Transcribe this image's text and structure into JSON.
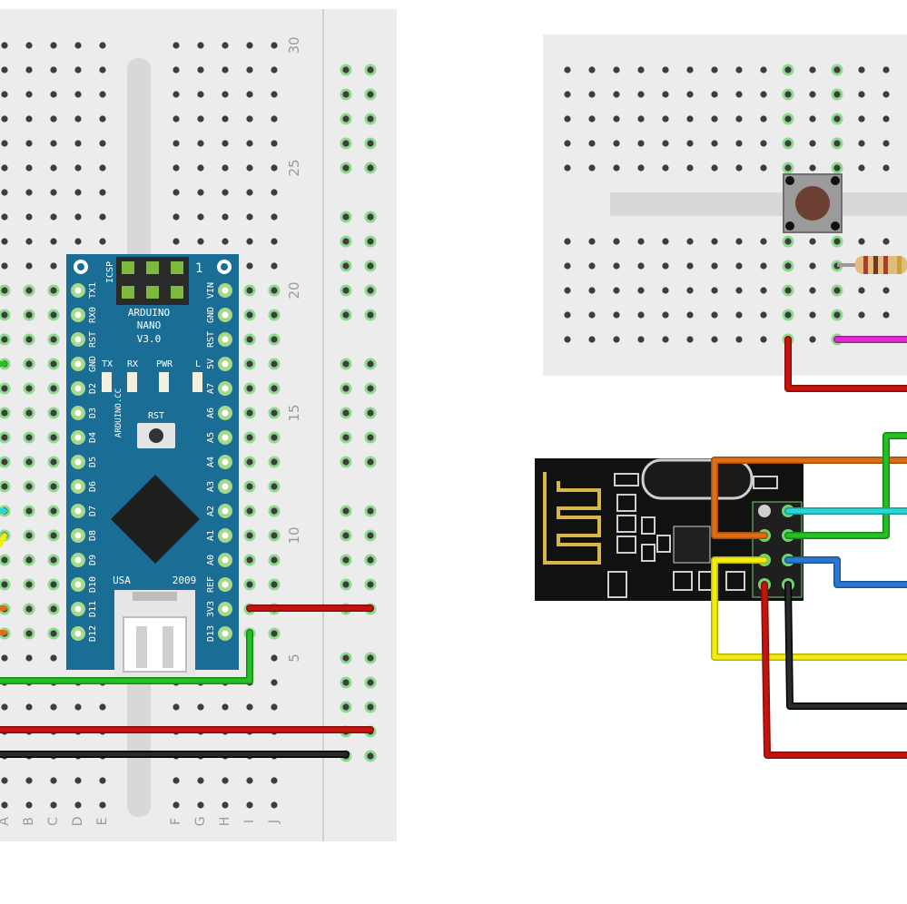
{
  "breadboard_left": {
    "row_numbers": [
      "30",
      "25",
      "20",
      "15",
      "10",
      "5"
    ],
    "column_letters": [
      "A",
      "B",
      "C",
      "D",
      "E",
      "F",
      "G",
      "H",
      "I",
      "J"
    ]
  },
  "arduino": {
    "name": "ARDUINO",
    "model": "NANO",
    "version": "V3.0",
    "icsp_label": "ICSP",
    "pin1_label": "1",
    "left_pins": [
      "TX1",
      "RX0",
      "RST",
      "GND",
      "D2",
      "D3",
      "D4",
      "D5",
      "D6",
      "D7",
      "D8",
      "D9",
      "D10",
      "D11",
      "D12"
    ],
    "right_pins": [
      "VIN",
      "GND",
      "RST",
      "5V",
      "A7",
      "A6",
      "A5",
      "A4",
      "A3",
      "A2",
      "A1",
      "A0",
      "REF",
      "3V3",
      "D13"
    ],
    "leds": [
      "TX",
      "RX",
      "PWR",
      "L"
    ],
    "reset_label": "RST",
    "website": "ARDUINO.CC",
    "origin": "USA",
    "year": "2009"
  },
  "colors": {
    "breadboard": "#ececec",
    "hole": "#3d3d3d",
    "connected_hole": "#6fd36f",
    "arduino_board": "#1a6e95",
    "nrf_board": "#111111",
    "wire_red": "#c4140e",
    "wire_black": "#1f1f1f",
    "wire_green": "#24c024",
    "wire_yellow": "#f2ec0f",
    "wire_orange": "#df6d13",
    "wire_cyan": "#28d6d6",
    "wire_blue": "#2a78d0",
    "wire_magenta": "#e02ccf"
  },
  "components": [
    "breadboard",
    "arduino-nano",
    "push-button",
    "resistor",
    "nrf24l01-module"
  ]
}
